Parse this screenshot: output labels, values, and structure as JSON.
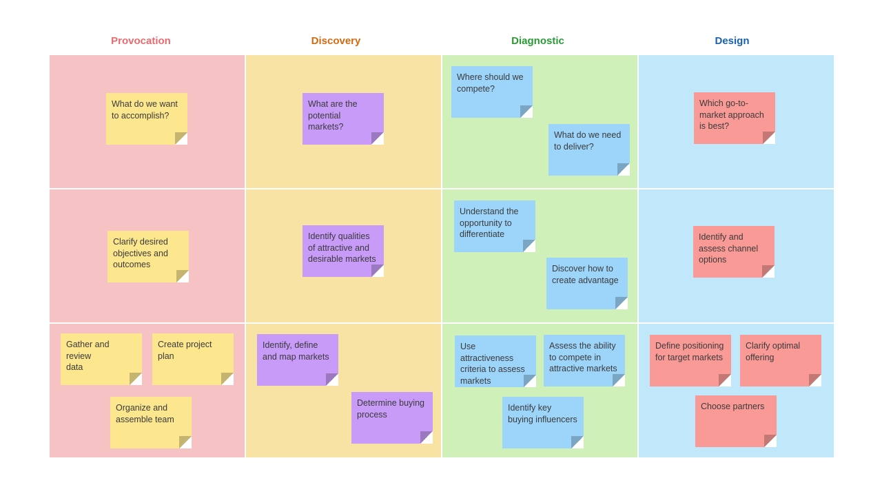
{
  "columns": [
    {
      "title": "Provocation",
      "color": "#e76b6e"
    },
    {
      "title": "Discovery",
      "color": "#d26a11"
    },
    {
      "title": "Diagnostic",
      "color": "#2a9a35"
    },
    {
      "title": "Design",
      "color": "#1a60b0"
    }
  ],
  "notes": {
    "provocation": {
      "r1": "What do we want\nto accomplish?",
      "r2": "Clarify desired\nobjectives and\noutcomes",
      "r3a": "Gather and review\ndata",
      "r3b": "Create project\nplan",
      "r3c": "Organize and\nassemble team"
    },
    "discovery": {
      "r1": "What are the\npotential markets?",
      "r2": "Identify qualities\nof attractive and\ndesirable markets",
      "r3a": "Identify, define\nand map markets",
      "r3b": "Determine buying\nprocess"
    },
    "diagnostic": {
      "r1a": "Where should we\ncompete?",
      "r1b": "What do we need\nto deliver?",
      "r2a": "Understand the\nopportunity to\ndifferentiate",
      "r2b": "Discover how to\ncreate advantage",
      "r3a": "Use attractiveness\ncriteria to assess\nmarkets",
      "r3b": "Assess the ability\nto compete in\nattractive markets",
      "r3c": "Identify key\nbuying influencers"
    },
    "design": {
      "r1": "Which go-to-\nmarket approach\nis best?",
      "r2": "Identify and\nassess channel\noptions",
      "r3a": "Define positioning\nfor target markets",
      "r3b": "Clarify optimal\noffering",
      "r3c": "Choose partners"
    }
  }
}
